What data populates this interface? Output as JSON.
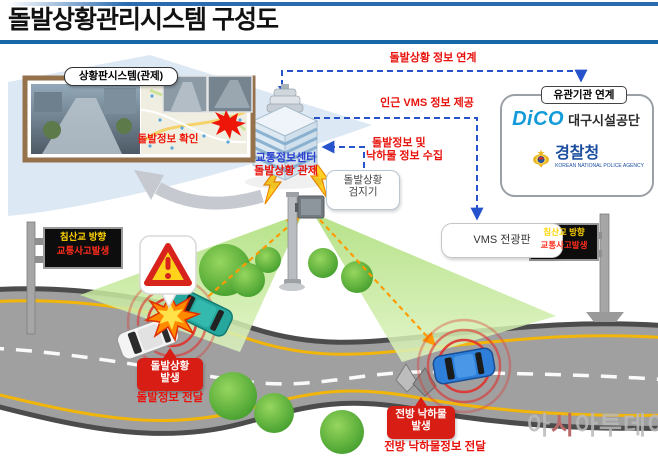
{
  "title": "돌발상황관리시스템 구성도",
  "situation_board": {
    "label": "상황판시스템(관제)",
    "incident_check": "돌발정보 확인"
  },
  "traffic_center": {
    "line1": "교통정보센터",
    "line2": "돌발상황 관제"
  },
  "flows": {
    "org_link": "돌발상황 정보 연계",
    "vms_provide": "인근 VMS 정보 제공",
    "collect_line1": "돌발정보 및",
    "collect_line2": "낙하물 정보 수집"
  },
  "detector": {
    "line1": "돌발상황",
    "line2": "검지기"
  },
  "vms_board": {
    "label": "VMS 전광판"
  },
  "org_panel": {
    "label": "유관기관 연계",
    "dico_logo": "DiCO",
    "dico_name": "대구시설공단",
    "police_name": "경찰청",
    "police_eng": "KOREAN NATIONAL POLICE AGENCY"
  },
  "vms_sign": {
    "line1": "침산교 방향",
    "line2": "교통사고발생"
  },
  "crash": {
    "box_line1": "돌발상황",
    "box_line2": "발생",
    "delivery": "돌발정보 전달"
  },
  "falling": {
    "box_line1": "전방 낙하물",
    "box_line2": "발생",
    "delivery": "전방 낙하물정보 전달"
  },
  "watermark": {
    "p1": "아",
    "accent": "시",
    "p2": "아투데이"
  },
  "colors": {
    "title_rule_blue": "#1766a6",
    "dashed_arrow_blue": "#2653cc",
    "label_red": "#e8130d",
    "callout_red": "#d81e14",
    "sign_yellow": "#ffd400",
    "sign_red": "#ff2d1c",
    "cone_green": "#c9ea9e",
    "road_gray": "#a0a0a0"
  }
}
